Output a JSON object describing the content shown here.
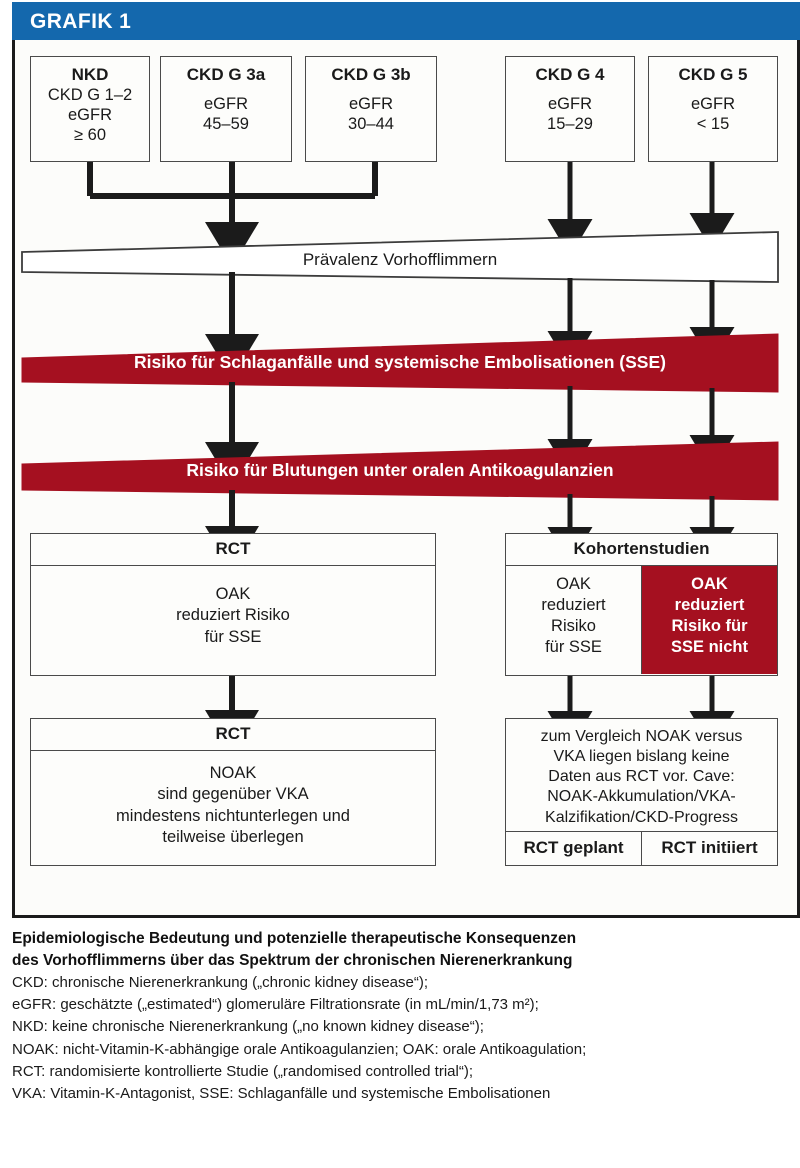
{
  "header": {
    "title": "GRAFIK 1"
  },
  "stages": [
    {
      "name": "nkd",
      "title": "NKD",
      "line2": "CKD G 1–2",
      "egfr_label": "eGFR",
      "egfr_value": "≥ 60"
    },
    {
      "name": "ckd-g3a",
      "title": "CKD G 3a",
      "line2": "",
      "egfr_label": "eGFR",
      "egfr_value": "45–59"
    },
    {
      "name": "ckd-g3b",
      "title": "CKD G 3b",
      "line2": "",
      "egfr_label": "eGFR",
      "egfr_value": "30–44"
    },
    {
      "name": "ckd-g4",
      "title": "CKD G 4",
      "line2": "",
      "egfr_label": "eGFR",
      "egfr_value": "15–29"
    },
    {
      "name": "ckd-g5",
      "title": "CKD G 5",
      "line2": "",
      "egfr_label": "eGFR",
      "egfr_value": "< 15"
    }
  ],
  "bands": {
    "prevalence": {
      "label": "Prävalenz Vorhofflimmern",
      "fill": "#ffffff",
      "text_color": "#1a1a1a"
    },
    "sse_risk": {
      "label": "Risiko für Schlaganfälle und systemische Embolisationen (SSE)",
      "fill": "#a51020",
      "text_color": "#ffffff"
    },
    "bleed_risk": {
      "label": "Risiko für Blutungen unter oralen Antikoagulanzien",
      "fill": "#a51020",
      "text_color": "#ffffff"
    }
  },
  "left_panels": {
    "rct_sse": {
      "title": "RCT",
      "body": "OAK\nreduziert Risiko\nfür SSE"
    },
    "rct_noak": {
      "title": "RCT",
      "body": "NOAK\nsind gegenüber VKA\nmindestens nichtunterlegen und\nteilweise überlegen"
    }
  },
  "right_panels": {
    "cohort": {
      "title": "Kohortenstudien",
      "cells": [
        {
          "text": "OAK\nreduziert\nRisiko\nfür SSE",
          "style": "plain"
        },
        {
          "text": "OAK\nreduziert\nRisiko für\nSSE nicht",
          "style": "alert"
        }
      ]
    },
    "outlook": {
      "body": "zum Vergleich NOAK versus\nVKA liegen bislang keine\nDaten aus RCT vor. Cave:\nNOAK-Akkumulation/VKA-\nKalzifikation/CKD-Progress",
      "buttons": [
        "RCT geplant",
        "RCT initiiert"
      ]
    }
  },
  "caption": {
    "lines": [
      "Epidemiologische Bedeutung und potenzielle therapeutische Konsequenzen",
      "des  Vorhofflimmerns über das Spektrum der chronischen Nierenerkrankung"
    ]
  },
  "legend": {
    "lines": [
      "CKD: chronische Nierenerkrankung („chronic kidney disease“);",
      "eGFR: geschätzte („estimated“) glomeruläre Filtrationsrate (in mL/min/1,73 m²);",
      "NKD: keine chronische Nierenerkrankung („no known kidney disease“);",
      "NOAK: nicht-Vitamin-K-abhängige orale Antikoagulanzien; OAK: orale Antikoagulation;",
      "RCT: randomisierte kontrollierte Studie („randomised controlled trial“);",
      "VKA: Vitamin-K-Antagonist, SSE: Schlaganfälle und systemische Embolisationen"
    ]
  },
  "colors": {
    "header_blue": "#1468ad",
    "risk_red": "#a51020",
    "frame": "#1b1b1b",
    "box_border": "#4a4a4a",
    "page_bg": "#fcfcfa"
  }
}
